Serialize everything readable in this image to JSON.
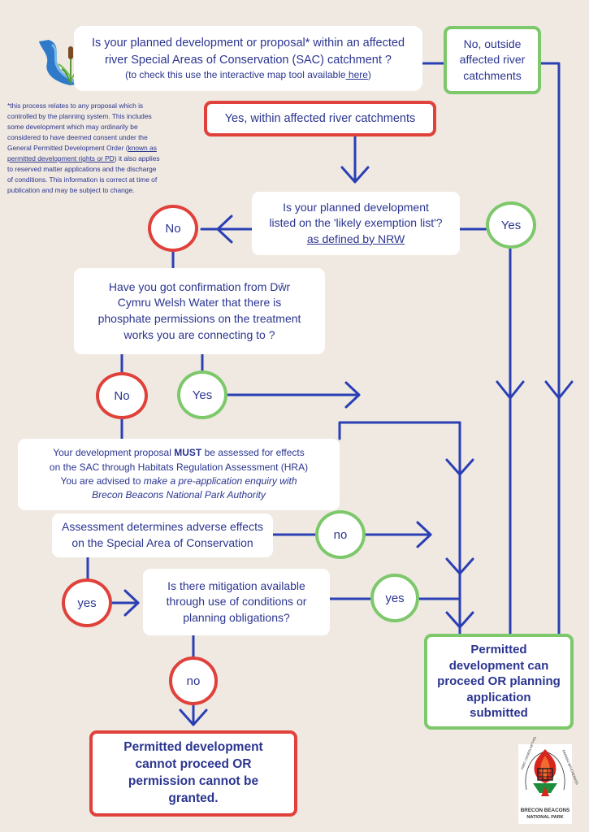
{
  "q1": {
    "line1": "Is your planned development or proposal* within an affected",
    "line2": "river Special Areas of Conservation (SAC) catchment ?",
    "note_prefix": "(to check this use the interactive map tool available",
    "note_link": " here",
    "note_suffix": ")"
  },
  "outside": {
    "line1": "No, outside",
    "line2": "affected river",
    "line3": "catchments"
  },
  "within": {
    "label": "Yes, within affected river catchments"
  },
  "footnote": {
    "l1": "*this process relates to any proposal which is",
    "l2": "controlled by the planning system.  This includes",
    "l3": "some development which may ordinarily be",
    "l4": "considered to have deemed consent under the",
    "l5_prefix": "General Permitted Development Order (",
    "l5_link": "known as",
    "l6_link": "permitted development rights or PD",
    "l6_suffix": ") it also applies",
    "l7": "to reserved matter applications and the discharge",
    "l8": "of conditions.  This information is correct at time of",
    "l9": "publication and may be subject to change."
  },
  "q2": {
    "line1": "Is your planned development",
    "line2": "listed on the 'likely exemption list'?",
    "link": "as defined by NRW"
  },
  "q3": {
    "line1": "Have you got confirmation from Dŵr",
    "line2": "Cymru Welsh Water that there is",
    "line3": "phosphate permissions on the treatment",
    "line4": "works you are connecting to ?"
  },
  "hra": {
    "l1_prefix": "Your development proposal ",
    "l1_bold": "MUST",
    "l1_suffix": " be assessed for effects",
    "l2": "on the SAC through  Habitats Regulation Assessment (HRA)",
    "l3_prefix": "You are advised to ",
    "l3_ital": "make a pre-application enquiry with",
    "l4_ital": "Brecon Beacons National Park Authority"
  },
  "assess": {
    "line1": "Assessment determines adverse effects",
    "line2": "on the Special Area of Conservation"
  },
  "mitig": {
    "line1": "Is there mitigation available",
    "line2": "through use of conditions or",
    "line3": "planning obligations?"
  },
  "circles": {
    "no_q2": "No",
    "yes_q2": "Yes",
    "no_q3": "No",
    "yes_q3": "Yes",
    "no_assess": "no",
    "yes_assess": "yes",
    "yes_mitig": "yes",
    "no_mitig": "no"
  },
  "permitted": {
    "l1": "Permitted",
    "l2": "development can",
    "l3": "proceed OR planning",
    "l4": "application",
    "l5": "submitted"
  },
  "refused": {
    "l1": "Permitted development",
    "l2": "cannot proceed OR",
    "l3": "permission cannot be",
    "l4": "granted."
  },
  "logo": {
    "arc_left": "PARC CENEDLAETHOL",
    "arc_right": "BANNAU BRYCHEINIOG",
    "line1": "BRECON BEACONS",
    "line2": "NATIONAL PARK"
  },
  "colors": {
    "text": "#2b3590",
    "line": "#2b3fb5",
    "red": "#e0413b",
    "green": "#7cc86a",
    "background": "#efe9e1"
  }
}
